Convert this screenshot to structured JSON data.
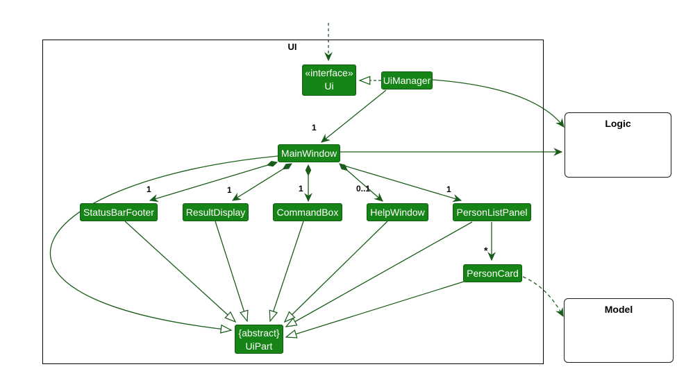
{
  "frame": {
    "label": "UI"
  },
  "classes": {
    "ui": {
      "stereotype": "«interface»",
      "name": "Ui"
    },
    "uimanager": {
      "name": "UiManager"
    },
    "mainwindow": {
      "name": "MainWindow"
    },
    "statusbarfooter": {
      "name": "StatusBarFooter"
    },
    "resultdisplay": {
      "name": "ResultDisplay"
    },
    "commandbox": {
      "name": "CommandBox"
    },
    "helpwindow": {
      "name": "HelpWindow"
    },
    "personlistpanel": {
      "name": "PersonListPanel"
    },
    "personcard": {
      "name": "PersonCard"
    },
    "uipart": {
      "stereotype": "{abstract}",
      "name": "UiPart"
    }
  },
  "external_components": {
    "logic": {
      "name": "Logic"
    },
    "model": {
      "name": "Model"
    }
  },
  "multiplicities": {
    "uimanager_to_mainwindow": "1",
    "mainwindow_to_statusbarfooter": "1",
    "mainwindow_to_resultdisplay": "1",
    "mainwindow_to_commandbox": "1",
    "mainwindow_to_helpwindow": "0..1",
    "mainwindow_to_personlistpanel": "1",
    "personlistpanel_to_personcard": "*"
  },
  "colors": {
    "class_fill": "#168416",
    "class_text": "#ffffff",
    "relation_line": "#1a5c1a",
    "frame_border": "#000000",
    "external_fill": "#ffffff"
  }
}
